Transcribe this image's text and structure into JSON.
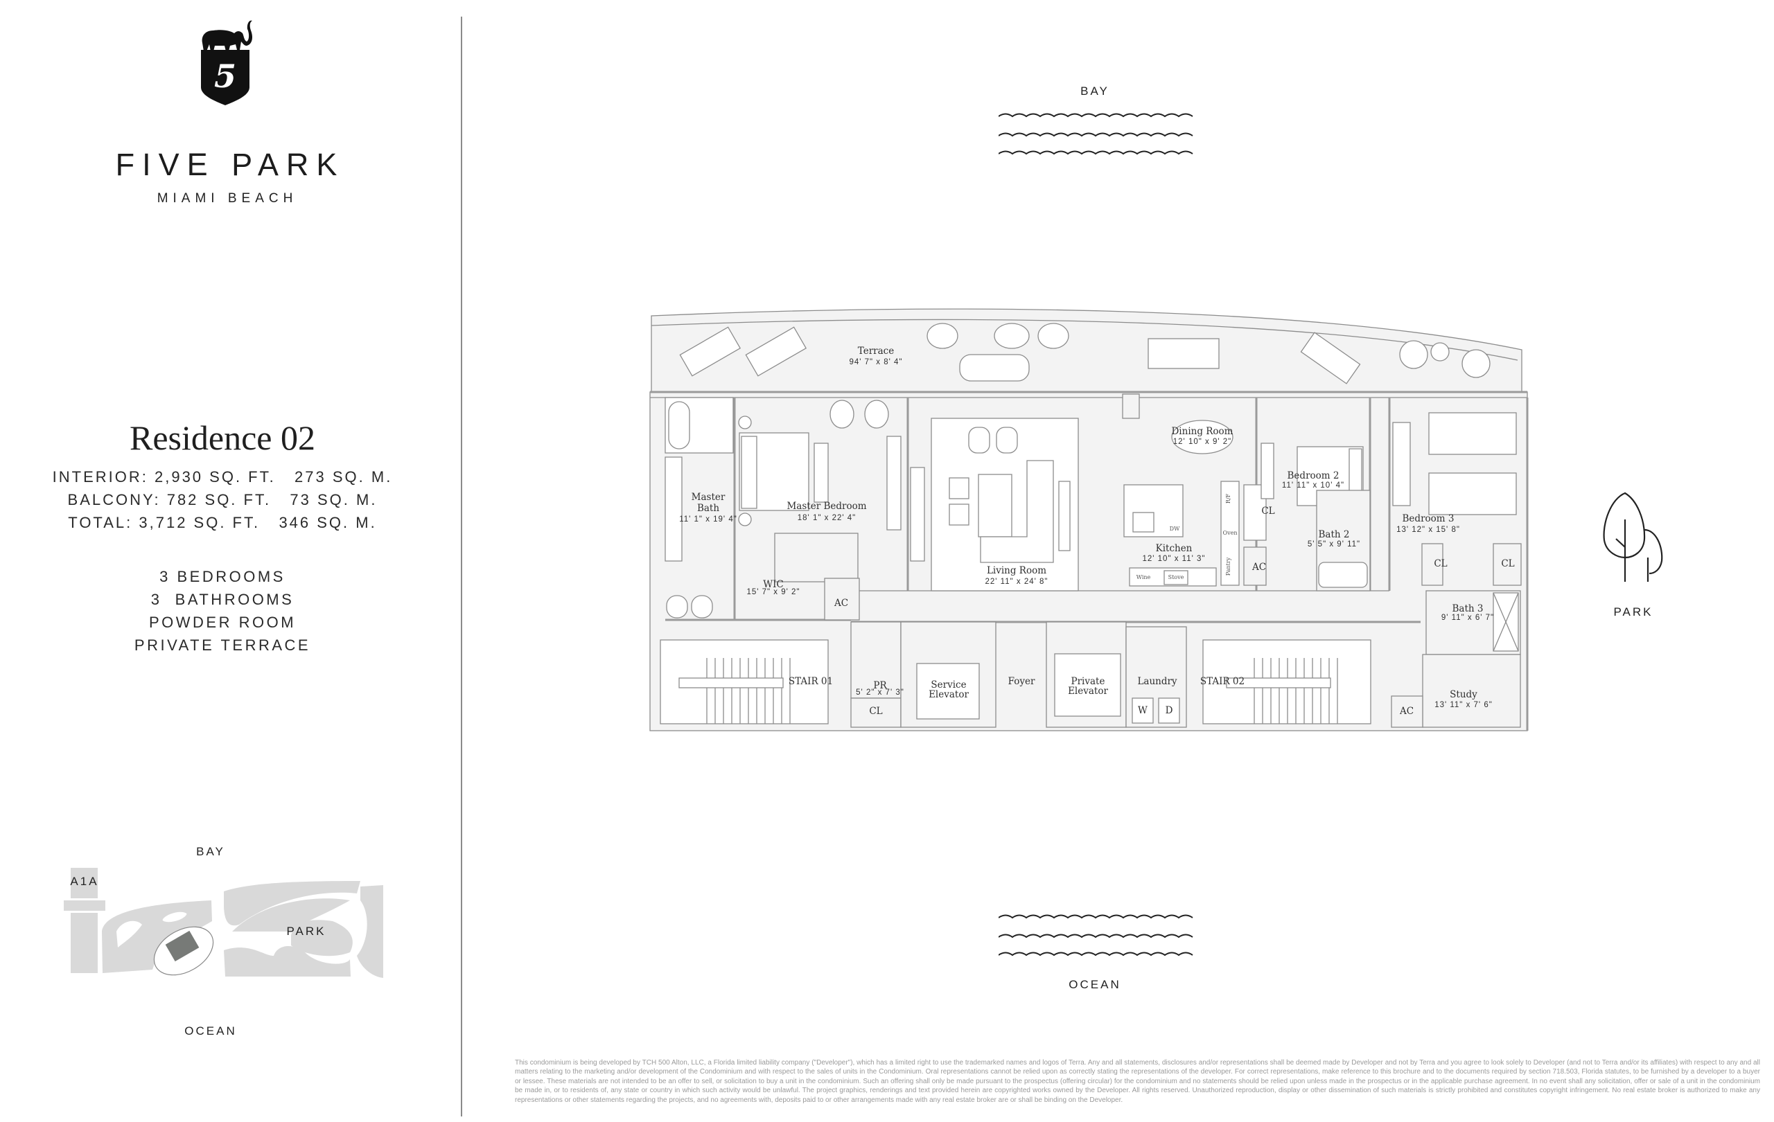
{
  "brand": {
    "name": "FIVE PARK",
    "location": "MIAMI BEACH",
    "logo_text": "5"
  },
  "residence": {
    "title": "Residence 02",
    "specs": [
      "INTERIOR: 2,930 SQ. FT.   273 SQ. M.",
      "BALCONY: 782 SQ. FT.   73 SQ. M.",
      "TOTAL: 3,712 SQ. FT.   346 SQ. M."
    ],
    "features": [
      "3 BEDROOMS",
      "3  BATHROOMS",
      "POWDER ROOM",
      "PRIVATE TERRACE"
    ]
  },
  "site_map": {
    "bay": "BAY",
    "road": "A1A",
    "park": "PARK",
    "ocean": "OCEAN"
  },
  "compass": {
    "top": "BAY",
    "right": "PARK",
    "bottom": "OCEAN"
  },
  "plan": {
    "rooms": [
      {
        "name": [
          "Terrace"
        ],
        "dims": "94' 7\" x 8' 4\""
      },
      {
        "name": [
          "Master",
          "Bath"
        ],
        "dims": "11' 1\" x 19' 4\""
      },
      {
        "name": [
          "Master Bedroom"
        ],
        "dims": "18' 1\" x 22' 4\""
      },
      {
        "name": [
          "WIC"
        ],
        "dims": "15' 7\" x 9' 2\""
      },
      {
        "name": [
          "Living Room"
        ],
        "dims": "22' 11\" x 24' 8\""
      },
      {
        "name": [
          "Dining Room"
        ],
        "dims": "12' 10\" x 9' 2\""
      },
      {
        "name": [
          "Kitchen"
        ],
        "dims": "12' 10\" x 11' 3\""
      },
      {
        "name": [
          "Bedroom 2"
        ],
        "dims": "11' 11\" x 10' 4\""
      },
      {
        "name": [
          "Bath 2"
        ],
        "dims": "5' 5\" x 9' 11\""
      },
      {
        "name": [
          "Bedroom 3"
        ],
        "dims": "13' 12\" x 15' 8\""
      },
      {
        "name": [
          "Bath 3"
        ],
        "dims": "9' 11\" x 6' 7\""
      },
      {
        "name": [
          "Study"
        ],
        "dims": "13' 11\" x 7' 6\""
      },
      {
        "name": [
          "PR"
        ],
        "dims": "5' 2\" x 7' 3\""
      }
    ],
    "labels": {
      "ac": "AC",
      "cl": "CL",
      "stair1": "STAIR 01",
      "stair2": "STAIR 02",
      "service_elevator": [
        "Service",
        "Elevator"
      ],
      "foyer": "Foyer",
      "private_elevator": [
        "Private",
        "Elevator"
      ],
      "laundry": "Laundry",
      "washer": "W",
      "dryer": "D",
      "rf": "R/F",
      "oven": "Oven",
      "pantry": "Pantry",
      "dw": "DW",
      "wine": "Wine",
      "stove": "Stove"
    }
  },
  "disclaimer": "This condominium is being developed by TCH 500 Alton, LLC, a Florida limited liability company (\"Developer\"), which has a limited right to use the trademarked names and logos of Terra. Any and all statements, disclosures and/or representations shall be deemed made by Developer and not by Terra and you agree to look solely to Developer (and not to Terra and/or its affiliates) with respect to any and all matters relating to the marketing and/or development of the Condominium and with respect to the sales of units in the Condominium. Oral representations cannot be relied upon as correctly stating the representations of the developer. For correct representations, make reference to this brochure and to the documents required by section 718.503, Florida statutes, to be furnished by a developer to a buyer or lessee. These materials are not intended to be an offer to sell, or solicitation to buy a unit in the condominium. Such an offering shall only be made pursuant to the prospectus (offering circular) for the condominium and no statements should be relied upon unless made in the prospectus or in the applicable purchase agreement. In no event shall any solicitation, offer or sale of a unit in the condominium be made in, or to residents of, any state or country in which such activity would be unlawful. The project graphics, renderings and text provided herein are copyrighted works owned by the Developer. All rights reserved. Unauthorized reproduction, display or other dissemination of such materials is strictly prohibited and constitutes copyright infringement. No real estate broker is authorized to make any representations or other statements regarding the projects, and no agreements with, deposits paid to or other arrangements made with any real estate broker are or shall be binding on the Developer."
}
